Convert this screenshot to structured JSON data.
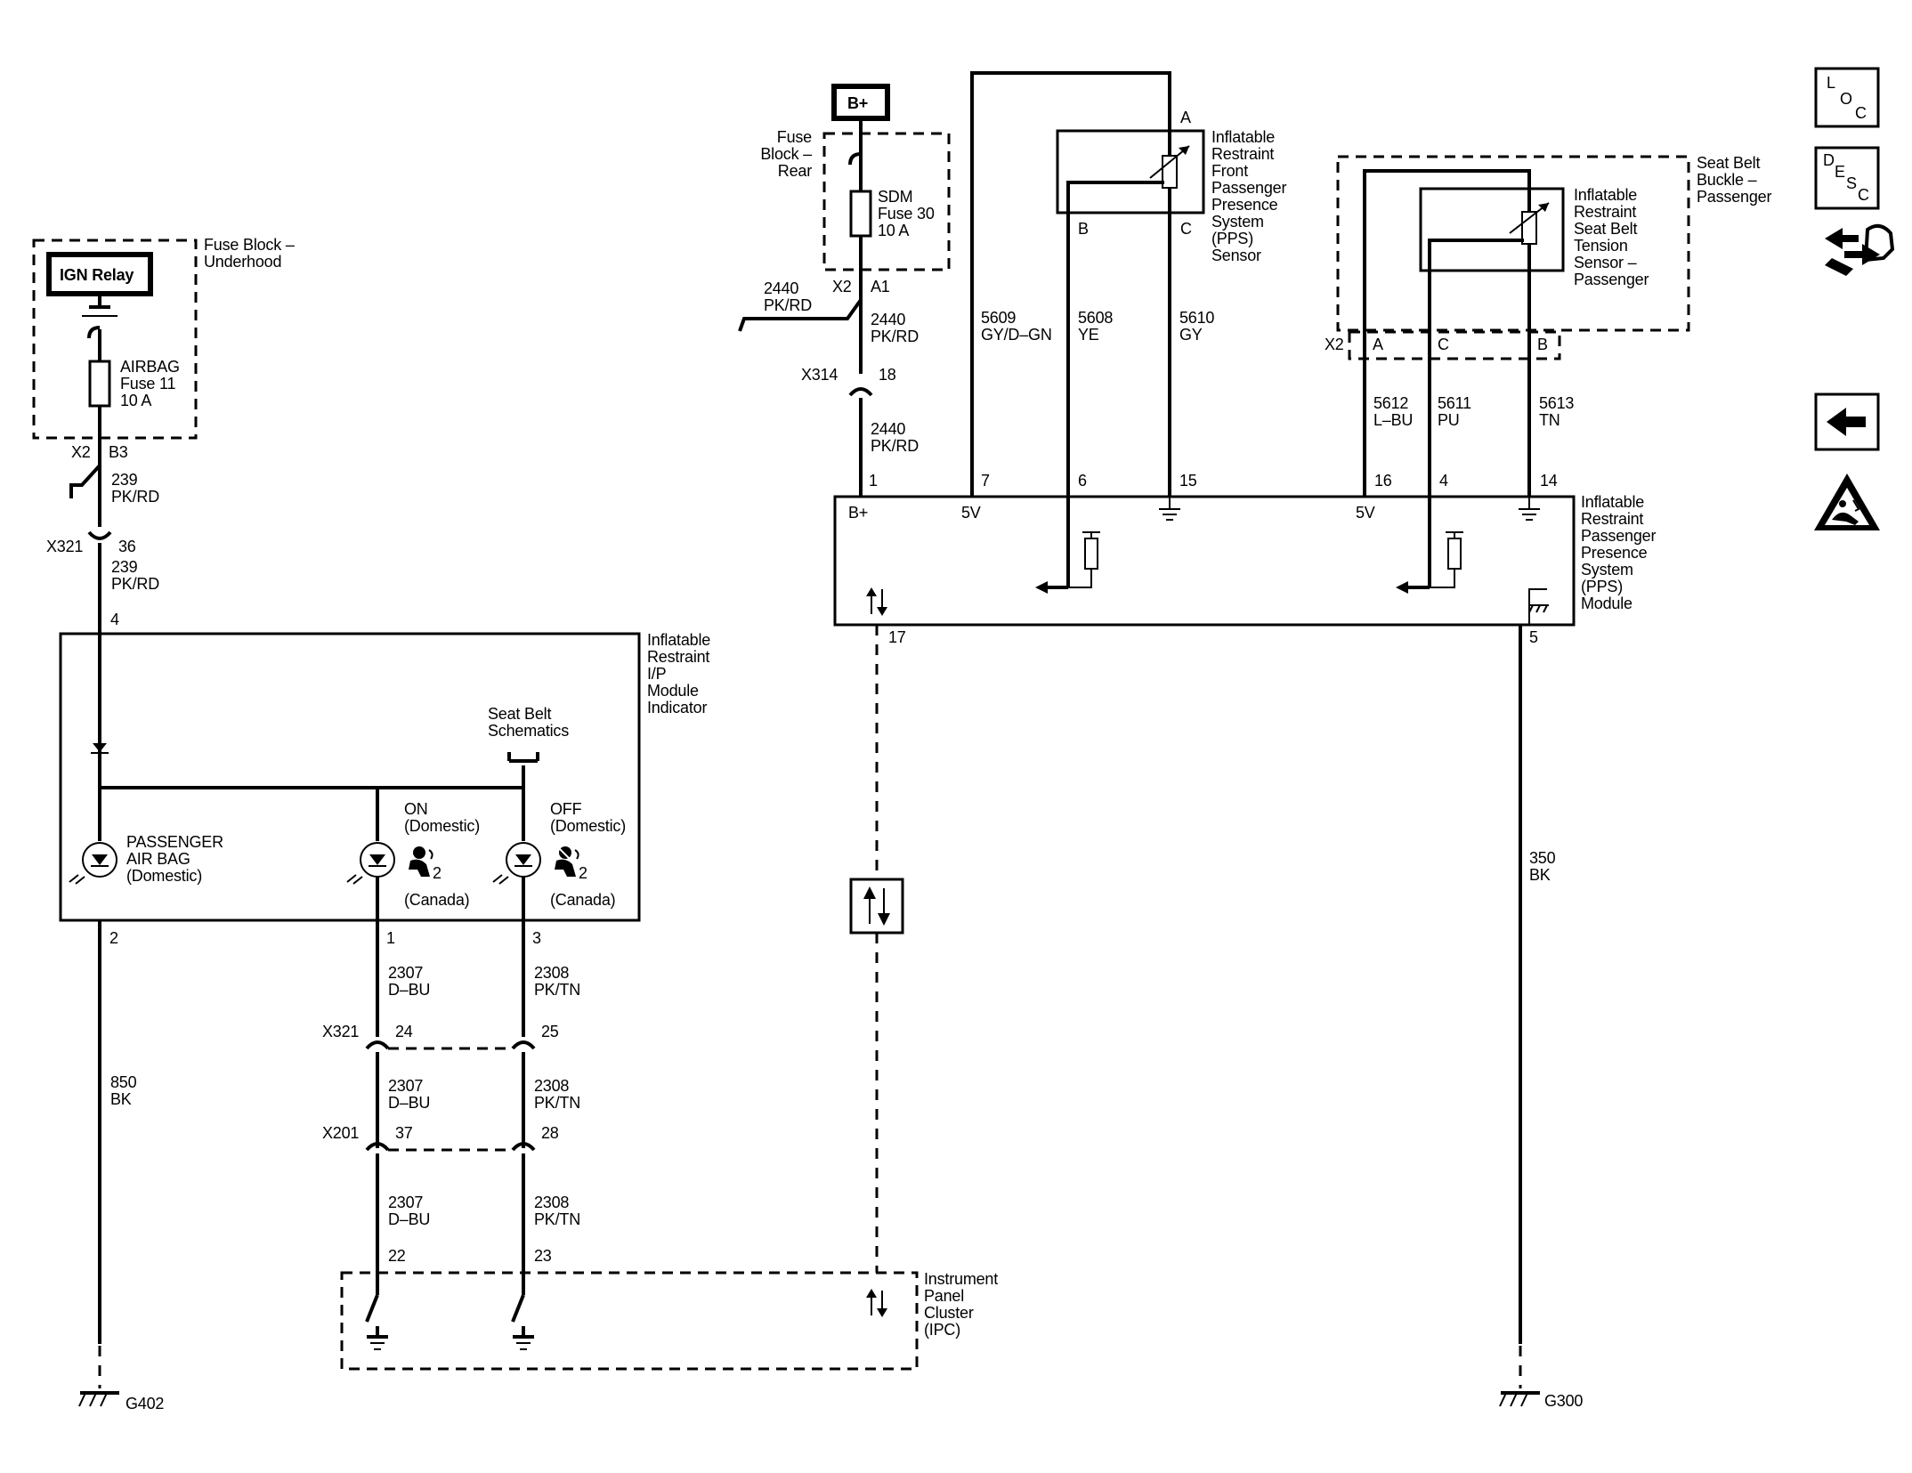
{
  "left_circuit": {
    "fuse_block_underhood": "Fuse Block –\nUnderhood",
    "ign_relay": "IGN Relay",
    "airbag_fuse": "AIRBAG\nFuse 11\n10 A",
    "conn_x2": "X2",
    "pin_b3": "B3",
    "wire_239_a": "239\nPK/RD",
    "conn_x321": "X321",
    "pin_36": "36",
    "wire_239_b": "239\nPK/RD",
    "pin_4": "4",
    "pin_2": "2",
    "wire_850": "850\nBK",
    "ground_g402": "G402"
  },
  "ip_module": {
    "title": "Inflatable\nRestraint\nI/P\nModule\nIndicator",
    "seat_belt_schematics": "Seat Belt\nSchematics",
    "passenger_air_bag": "PASSENGER\nAIR BAG\n(Domestic)",
    "on_label": "ON\n(Domestic)",
    "off_label": "OFF\n(Domestic)",
    "canada_on": "(Canada)",
    "canada_off": "(Canada)",
    "icon_sub_on": "2",
    "icon_sub_off": "2",
    "pin_1": "1",
    "pin_3": "3"
  },
  "ip_wires": {
    "wire_2307_a": "2307\nD–BU",
    "wire_2308_a": "2308\nPK/TN",
    "conn_x321": "X321",
    "pin_24": "24",
    "pin_25": "25",
    "wire_2307_b": "2307\nD–BU",
    "wire_2308_b": "2308\nPK/TN",
    "conn_x201": "X201",
    "pin_37": "37",
    "pin_28": "28",
    "wire_2307_c": "2307\nD–BU",
    "wire_2308_c": "2308\nPK/TN",
    "pin_22": "22",
    "pin_23": "23",
    "ipc": "Instrument\nPanel\nCluster\n(IPC)"
  },
  "center_circuit": {
    "b_plus": "B+",
    "fuse_block_rear": "Fuse\nBlock –\nRear",
    "sdm_fuse": "SDM\nFuse 30\n10 A",
    "wire_2440_a": "2440\nPK/RD",
    "conn_x2": "X2",
    "pin_a1": "A1",
    "wire_2440_b": "2440\nPK/RD",
    "conn_x314": "X314",
    "pin_18": "18",
    "wire_2440_c": "2440\nPK/RD",
    "pin_17": "17"
  },
  "pps_sensor": {
    "title": "Inflatable\nRestraint\nFront\nPassenger\nPresence\nSystem\n(PPS)\nSensor",
    "term_a": "A",
    "term_b": "B",
    "term_c": "C",
    "wire_5609": "5609\nGY/D–GN",
    "wire_5608": "5608\nYE",
    "wire_5610": "5610\nGY"
  },
  "seat_belt_sensor": {
    "title": "Seat Belt\nBuckle –\nPassenger",
    "sensor": "Inflatable\nRestraint\nSeat Belt\nTension\nSensor –\nPassenger",
    "conn_x2": "X2",
    "term_a": "A",
    "term_c": "C",
    "term_b": "B",
    "wire_5612": "5612\nL–BU",
    "wire_5611": "5611\nPU",
    "wire_5613": "5613\nTN"
  },
  "pps_module": {
    "title": "Inflatable\nRestraint\nPassenger\nPresence\nSystem\n(PPS)\nModule",
    "pin_1": "1",
    "pin_7": "7",
    "pin_6": "6",
    "pin_15": "15",
    "pin_16": "16",
    "pin_4": "4",
    "pin_14": "14",
    "pin_5": "5",
    "b_plus": "B+",
    "v5_left": "5V",
    "v5_right": "5V",
    "wire_350": "350\nBK",
    "ground_g300": "G300"
  },
  "nav_icons": {
    "loc": [
      "L",
      "O",
      "C"
    ],
    "desc": [
      "D",
      "E",
      "S",
      "C"
    ],
    "icons": [
      "loc-icon",
      "desc-icon",
      "connector-icon",
      "back-arrow-icon",
      "esd-warning-icon"
    ]
  }
}
